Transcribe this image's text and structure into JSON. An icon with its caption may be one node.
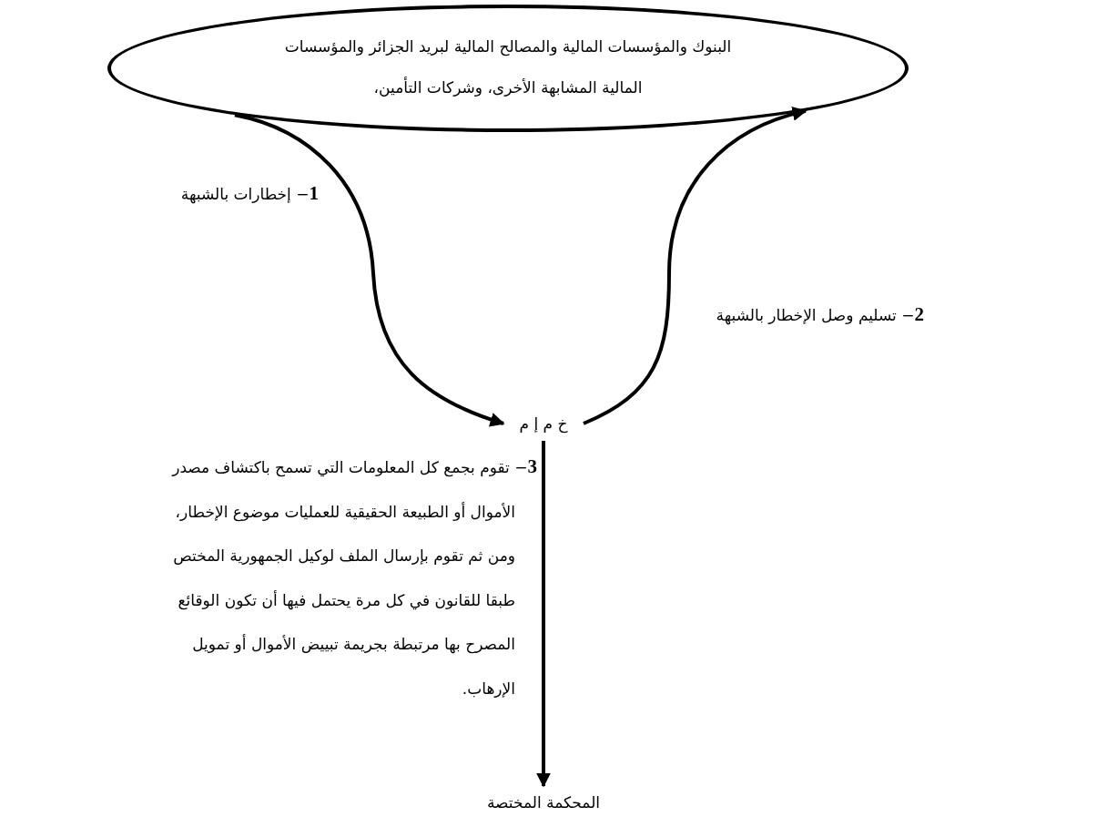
{
  "diagram": {
    "nodes": [
      {
        "text": [
          "البنوك والمؤسسات المالية والمصالح المالية لبريد الجزائر والمؤسسات المالية المشابهة الأخرى، وشركات التأمين،"
        ]
      },
      {
        "text": [
          "خ م إ م"
        ]
      },
      {
        "text": [
          "المحكمة المختصة"
        ]
      }
    ],
    "edges": [
      {
        "from": 0,
        "to": 1,
        "arrow": "to",
        "label": "**1**− إخطارات بالشبهة"
      },
      {
        "from": 1,
        "to": 0,
        "arrow": "to",
        "label": "**2**− تسليم وصل الإخطار بالشبهة"
      },
      {
        "from": 1,
        "to": 2,
        "arrow": "to",
        "label": "**3**− تقوم بجمع كل المعلومات التي تسمح باكتشاف مصدر الأموال أو الطبيعة الحقيقية للعمليات موضوع الإخطار، ومن ثم تقوم بإرسال الملف لوكيل الجمهورية المختص طبقا للقانون في كل مرة يحتمل فيها أن تكون الوقائع المصرح بها مرتبطة بجريمة تبييض الأموال أو تمويل الإرهاب."
      }
    ]
  }
}
